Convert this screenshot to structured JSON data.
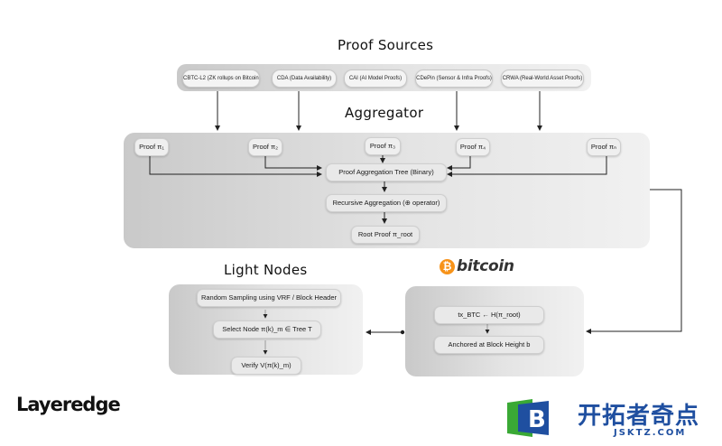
{
  "titles": {
    "proof_sources": "Proof Sources",
    "aggregator": "Aggregator",
    "light_nodes": "Light Nodes"
  },
  "sources": [
    "CBTC-L2 (ZK rollups on Bitcoin)",
    "CDA (Data Availability)",
    "CAI (AI Model Proofs)",
    "CDePin (Sensor & Infra Proofs)",
    "CRWA (Real-World Asset Proofs)"
  ],
  "aggregator": {
    "proofs": [
      "Proof π₁",
      "Proof π₂",
      "Proof π₃",
      "Proof π₄",
      "Proof πₙ"
    ],
    "tree": "Proof Aggregation Tree (Binary)",
    "recursive": "Recursive Aggregation (⊕ operator)",
    "root": "Root Proof π_root"
  },
  "bitcoin": {
    "logo_symbol": "₿",
    "logo_word": "bitcoin",
    "tx": "tx_BTC ← H(π_root)",
    "anchored": "Anchored at Block Height b"
  },
  "light_nodes": {
    "sampling": "Random Sampling using VRF / Block Header",
    "select": "Select Node π(k)_m ∈ Tree T",
    "verify": "Verify V(π(k)_m)"
  },
  "branding": {
    "layeredge": "Layeredge",
    "watermark_cn": "开拓者奇点",
    "watermark_url": "JSKTZ.COM",
    "watermark_letter": "B"
  },
  "colors": {
    "bitcoin_orange": "#f7931a",
    "watermark_blue": "#1f4fa0",
    "watermark_green": "#3aa935"
  }
}
